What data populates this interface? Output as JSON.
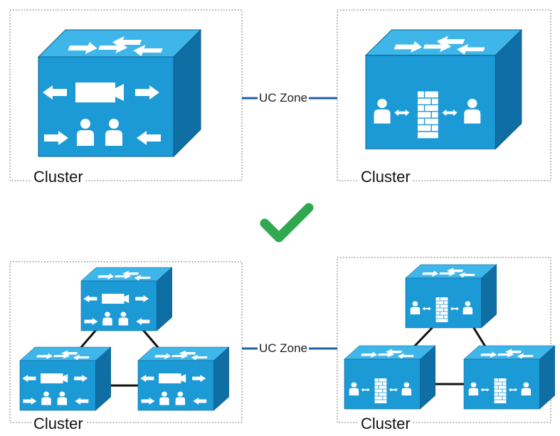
{
  "top": {
    "left_group": {
      "label": "Cluster"
    },
    "right_group": {
      "label": "Cluster"
    },
    "link_label": "UC Zone"
  },
  "bottom": {
    "left_group": {
      "label": "Cluster"
    },
    "right_group": {
      "label": "Cluster"
    },
    "link_label": "UC Zone"
  },
  "status_icon": "checkmark-icon",
  "colors": {
    "cube_front": "#1b9ad6",
    "cube_top": "#3fb6ea",
    "cube_side": "#0f6ea3",
    "link": "#1f5fa8",
    "check": "#2fa84f"
  }
}
